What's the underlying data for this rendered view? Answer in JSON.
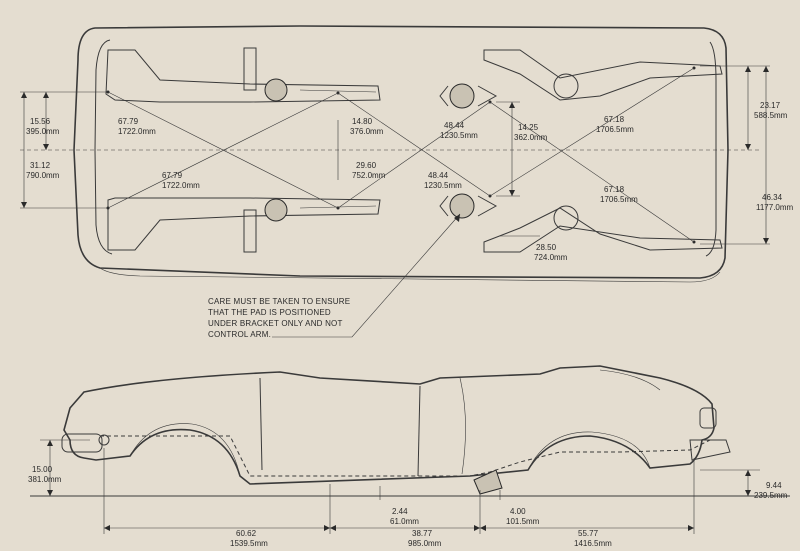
{
  "plan_view": {
    "front_left_diag": {
      "in": "67.79",
      "mm": "1722.0mm"
    },
    "front_right_diag": {
      "in": "67.79",
      "mm": "1722.0mm"
    },
    "front_inner_length": {
      "in": "14.80",
      "mm": "376.0mm"
    },
    "front_offset": {
      "in": "15.56",
      "mm": "395.0mm"
    },
    "front_width": {
      "in": "31.12",
      "mm": "790.0mm"
    },
    "mid_diag": {
      "in": "29.60",
      "mm": "752.0mm"
    },
    "center_upper_diag": {
      "in": "48.44",
      "mm": "1230.5mm"
    },
    "center_lower_diag": {
      "in": "48.44",
      "mm": "1230.5mm"
    },
    "bracket_spacing": {
      "in": "14.25",
      "mm": "362.0mm"
    },
    "rear_upper_diag": {
      "in": "67.18",
      "mm": "1706.5mm"
    },
    "rear_lower_diag": {
      "in": "67.18",
      "mm": "1706.5mm"
    },
    "rear_offset": {
      "in": "23.17",
      "mm": "588.5mm"
    },
    "rear_width": {
      "in": "46.34",
      "mm": "1177.0mm"
    },
    "rear_bracket": {
      "in": "28.50",
      "mm": "724.0mm"
    }
  },
  "note": {
    "lines": [
      "CARE MUST BE TAKEN TO ENSURE",
      "THAT THE PAD IS POSITIONED",
      "UNDER BRACKET ONLY AND NOT",
      "CONTROL ARM."
    ]
  },
  "side_view": {
    "front_height": {
      "in": "15.00",
      "mm": "381.0mm"
    },
    "front_to_mid": {
      "in": "60.62",
      "mm": "1539.5mm"
    },
    "small_step": {
      "in": "2.44",
      "mm": "61.0mm"
    },
    "mid_span": {
      "in": "38.77",
      "mm": "985.0mm"
    },
    "rear_step": {
      "in": "4.00",
      "mm": "101.5mm"
    },
    "rear_span": {
      "in": "55.77",
      "mm": "1416.5mm"
    },
    "rear_height": {
      "in": "9.44",
      "mm": "239.5mm"
    }
  }
}
